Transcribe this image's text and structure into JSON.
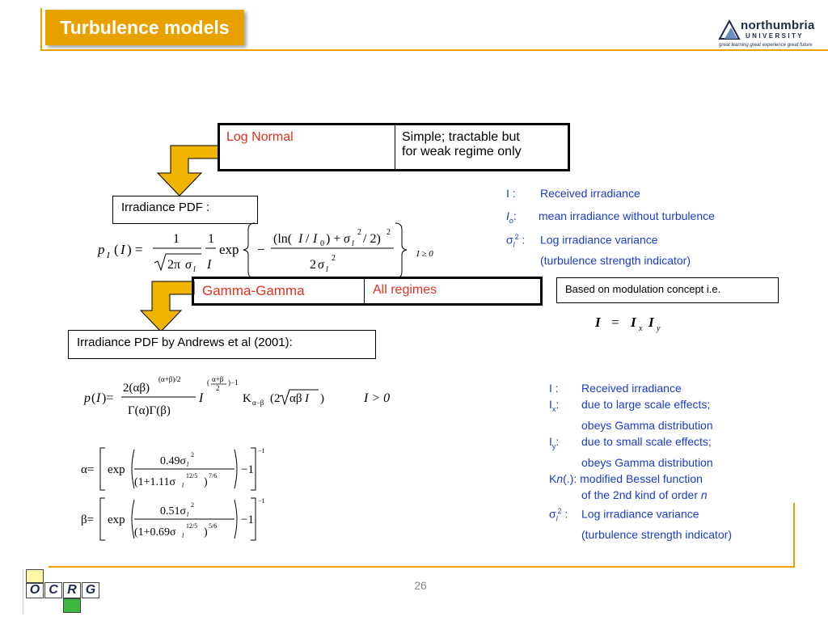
{
  "slide": {
    "title": "Turbulence models",
    "page_number": "26"
  },
  "logo": {
    "name": "northumbria",
    "university": "UNIVERSITY",
    "tagline": "great learning  great experience  great future"
  },
  "lognormal_table": {
    "model": "Log Normal",
    "description_line1": "Simple; tractable but",
    "description_line2": "for weak regime only"
  },
  "irradiance_label": "Irradiance PDF :",
  "condition1": "I ≥ 0",
  "legend1": {
    "l1_sym": "I :",
    "l1_text": "Received irradiance",
    "l2_sym": "I",
    "l2_sub": "o",
    "l2_colon": ":",
    "l2_text": "mean irradiance without turbulence",
    "l3_sym": "σ",
    "l3_sub": "l",
    "l3_sup": "2",
    "l3_colon": " :",
    "l3_text": "Log irradiance variance",
    "l4_text": "(turbulence strength indicator)"
  },
  "gamma_table": {
    "model": "Gamma-Gamma",
    "description": "All regimes"
  },
  "modulation_box": "Based on modulation concept i.e.",
  "product_formula": "I = I_x I_y",
  "andrews_label": "Irradiance PDF by Andrews et al (2001):",
  "condition2": "I > 0",
  "legend2": {
    "l1_sym": "I :",
    "l1_text": "Received irradiance",
    "l2_sym": "I",
    "l2_sub": "x",
    "l2_colon": ":",
    "l2_text": "due to large scale effects;",
    "l3_text": "obeys Gamma distribution",
    "l4_sym": "I",
    "l4_sub": "y",
    "l4_colon": ":",
    "l4_text": "due to small scale effects;",
    "l5_text": "obeys Gamma distribution",
    "l6_sym_k": "K",
    "l6_sym_n": "n",
    "l6_rest": "(.): modified Bessel function",
    "l7_text": "of the 2nd kind of order ",
    "l7_n": "n",
    "l8_sym": "σ",
    "l8_sub": "l",
    "l8_sup": "2",
    "l8_colon": " :",
    "l8_text": "Log irradiance variance",
    "l9_text": "(turbulence strength indicator)"
  },
  "footer_logo": {
    "letters": [
      "O",
      "C",
      "R",
      "G"
    ]
  },
  "colors": {
    "accent_orange": "#e8a200",
    "legend_blue": "#1a3ccc",
    "model_red": "#e03020",
    "arrow_yellow": "#f0b400"
  }
}
